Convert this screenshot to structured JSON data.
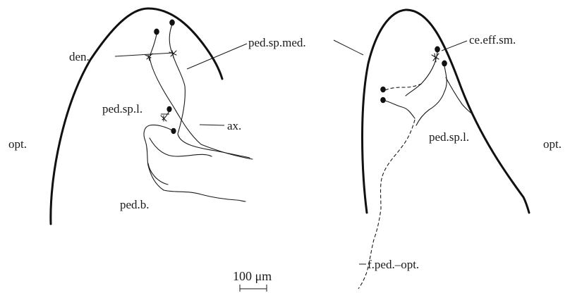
{
  "labels": {
    "den": "den.",
    "ped_sp_med": "ped.sp.med.",
    "ce_eff_sm": "ce.eff.sm.",
    "ped_sp_l_left": "ped.sp.l.",
    "ax": "ax.",
    "opt_left": "opt.",
    "opt_right": "opt.",
    "ped_sp_l_right": "ped.sp.l.",
    "ped_b": "ped.b.",
    "f_ped_opt": "f.ped.–opt."
  },
  "scale_bar": {
    "label": "100 μm"
  }
}
